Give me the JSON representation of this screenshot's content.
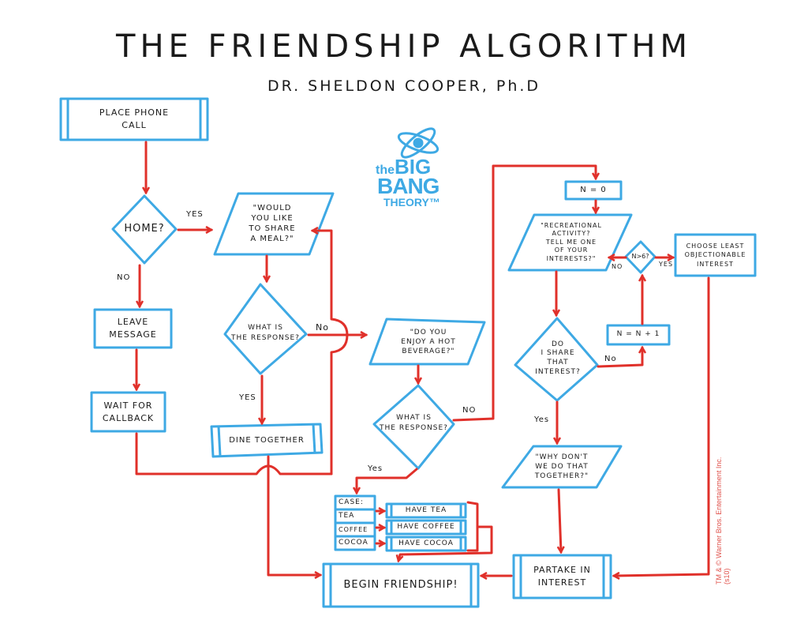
{
  "header": {
    "title": "THE FRIENDSHIP ALGORITHM",
    "author": "DR. SHELDON COOPER, Ph.D"
  },
  "logo": {
    "line1_prefix": "the",
    "line1": "BIG",
    "line2": "BANG",
    "line3": "THEORY™"
  },
  "colors": {
    "box_stroke": "#3ea9e4",
    "arrow_stroke": "#e0302a",
    "text": "#1a1a1a"
  },
  "nodes": {
    "place_call": "PLACE PHONE\nCALL",
    "home": "HOME?",
    "leave_message": "LEAVE\nMESSAGE",
    "wait_callback": "WAIT FOR\nCALLBACK",
    "share_meal": "\"WOULD\nYOU LIKE\nTO SHARE\nA MEAL?\"",
    "response1": "WHAT IS\nTHE RESPONSE?",
    "dine": "DINE TOGETHER",
    "hot_bev": "\"DO YOU\nENJOY A HOT\nBEVERAGE?\"",
    "response2": "WHAT IS\nTHE RESPONSE?",
    "case": "CASE:",
    "case_tea": "TEA",
    "case_coffee": "COFFEE",
    "case_cocoa": "COCOA",
    "have_tea": "HAVE TEA",
    "have_coffee": "HAVE COFFEE",
    "have_cocoa": "HAVE COCOA",
    "begin": "BEGIN FRIENDSHIP!",
    "n0": "N = 0",
    "recreational": "\"RECREATIONAL\nACTIVITY?\nTELL ME ONE\nOF YOUR\nINTERESTS?\"",
    "ngt6": "N>6?",
    "least_obj": "CHOOSE LEAST\nOBJECTIONABLE\nINTEREST",
    "n_inc": "N = N + 1",
    "share_interest": "DO\nI SHARE\nTHAT\nINTEREST?",
    "why_dont": "\"WHY DON'T\nWE DO THAT\nTOGETHER?\"",
    "partake": "PARTAKE IN\nINTEREST"
  },
  "labels": {
    "home_yes": "YES",
    "home_no": "NO",
    "resp1_no": "No",
    "resp1_yes": "YES",
    "resp2_no": "NO",
    "resp2_yes": "Yes",
    "ngt6_no": "NO",
    "ngt6_yes": "YES",
    "share_no": "No",
    "share_yes": "Yes"
  },
  "copyright": "TM & © Warner Bros. Entertainment Inc. (s10)"
}
